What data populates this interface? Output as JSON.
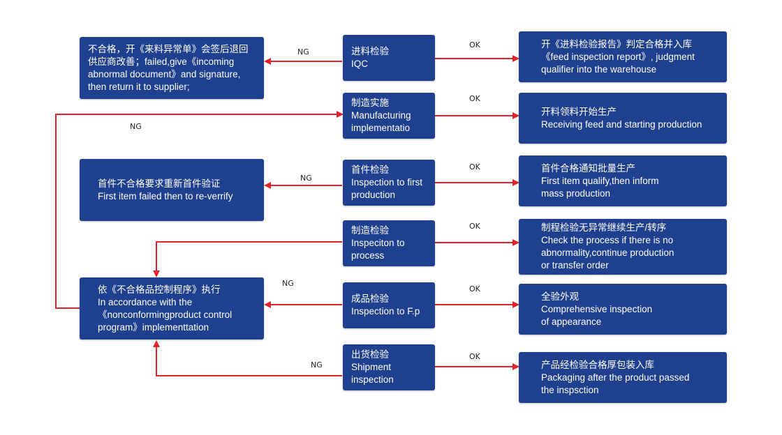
{
  "colors": {
    "box": "#1f3f8f",
    "arrow": "#e3232b",
    "text": "#ffffff"
  },
  "center": [
    {
      "l1": "进料检验",
      "l2": "IQC",
      "l3": ""
    },
    {
      "l1": "制造实施",
      "l2": "Manufacturing",
      "l3": "implementatio"
    },
    {
      "l1": "首件检验",
      "l2": "Inspection to first",
      "l3": "production"
    },
    {
      "l1": "制造检验",
      "l2": "Inspeciton to",
      "l3": "process"
    },
    {
      "l1": "成品检验",
      "l2": "Inspection to F.p",
      "l3": ""
    },
    {
      "l1": "出货检验",
      "l2": "Shipment",
      "l3": "inspection"
    }
  ],
  "right": [
    {
      "l1": "开《进料检验报告》判定合格并入库",
      "l2": "《feed inspection report》, judgment",
      "l3": "qualifier into the warehouse"
    },
    {
      "l1": "开料领料开始生产",
      "l2": "Receiving feed and starting production",
      "l3": ""
    },
    {
      "l1": "首件合格通知批量生产",
      "l2": "First item qualify,then inform",
      "l3": "mass production"
    },
    {
      "l1": "制程检验无异常继续生产/转序",
      "l2": "Check the process if there is no",
      "l3": "abnormality,continue production",
      "l4": "or transfer order"
    },
    {
      "l1": "全验外观",
      "l2": "Comprehensive inspection",
      "l3": "of appearance"
    },
    {
      "l1": "产品经检验合格厚包装入库",
      "l2": "Packaging after the product passed",
      "l3": "the inspsction"
    }
  ],
  "left": [
    {
      "l1": "不合格，开《来料异常单》会签后退回",
      "l2": "供应商改善；failed,give《incoming",
      "l3": "abnormal document》and signature,",
      "l4": "then return it to supplier;"
    },
    {
      "l1": "首件不合格要求重新首件验证",
      "l2": "First item failed then to re-verrify",
      "l3": "",
      "l4": ""
    },
    {
      "l1": "依《不合格品控制程序》执行",
      "l2": "In accordance with the",
      "l3": "《nonconformingproduct control",
      "l4": "program》implementtation"
    }
  ],
  "labels": {
    "ok": "OK",
    "ng": "NG"
  }
}
